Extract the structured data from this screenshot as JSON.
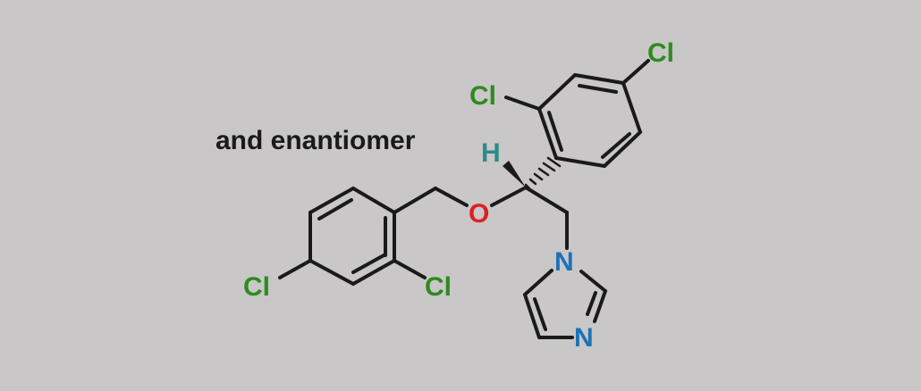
{
  "caption": "and enantiomer",
  "atoms": {
    "cl_top_right": "Cl",
    "cl_top_left": "Cl",
    "h_stereo": "H",
    "oxygen": "O",
    "n_imidazole_1": "N",
    "n_imidazole_3": "N",
    "cl_bottom_left": "Cl",
    "cl_bottom_right": "Cl"
  },
  "colors": {
    "background": "#c9c7c8",
    "bond": "#1a1a1a",
    "chlorine": "#2e8b1e",
    "oxygen": "#e01f1f",
    "nitrogen": "#1a73b8",
    "hydrogen": "#2c8c8c"
  }
}
